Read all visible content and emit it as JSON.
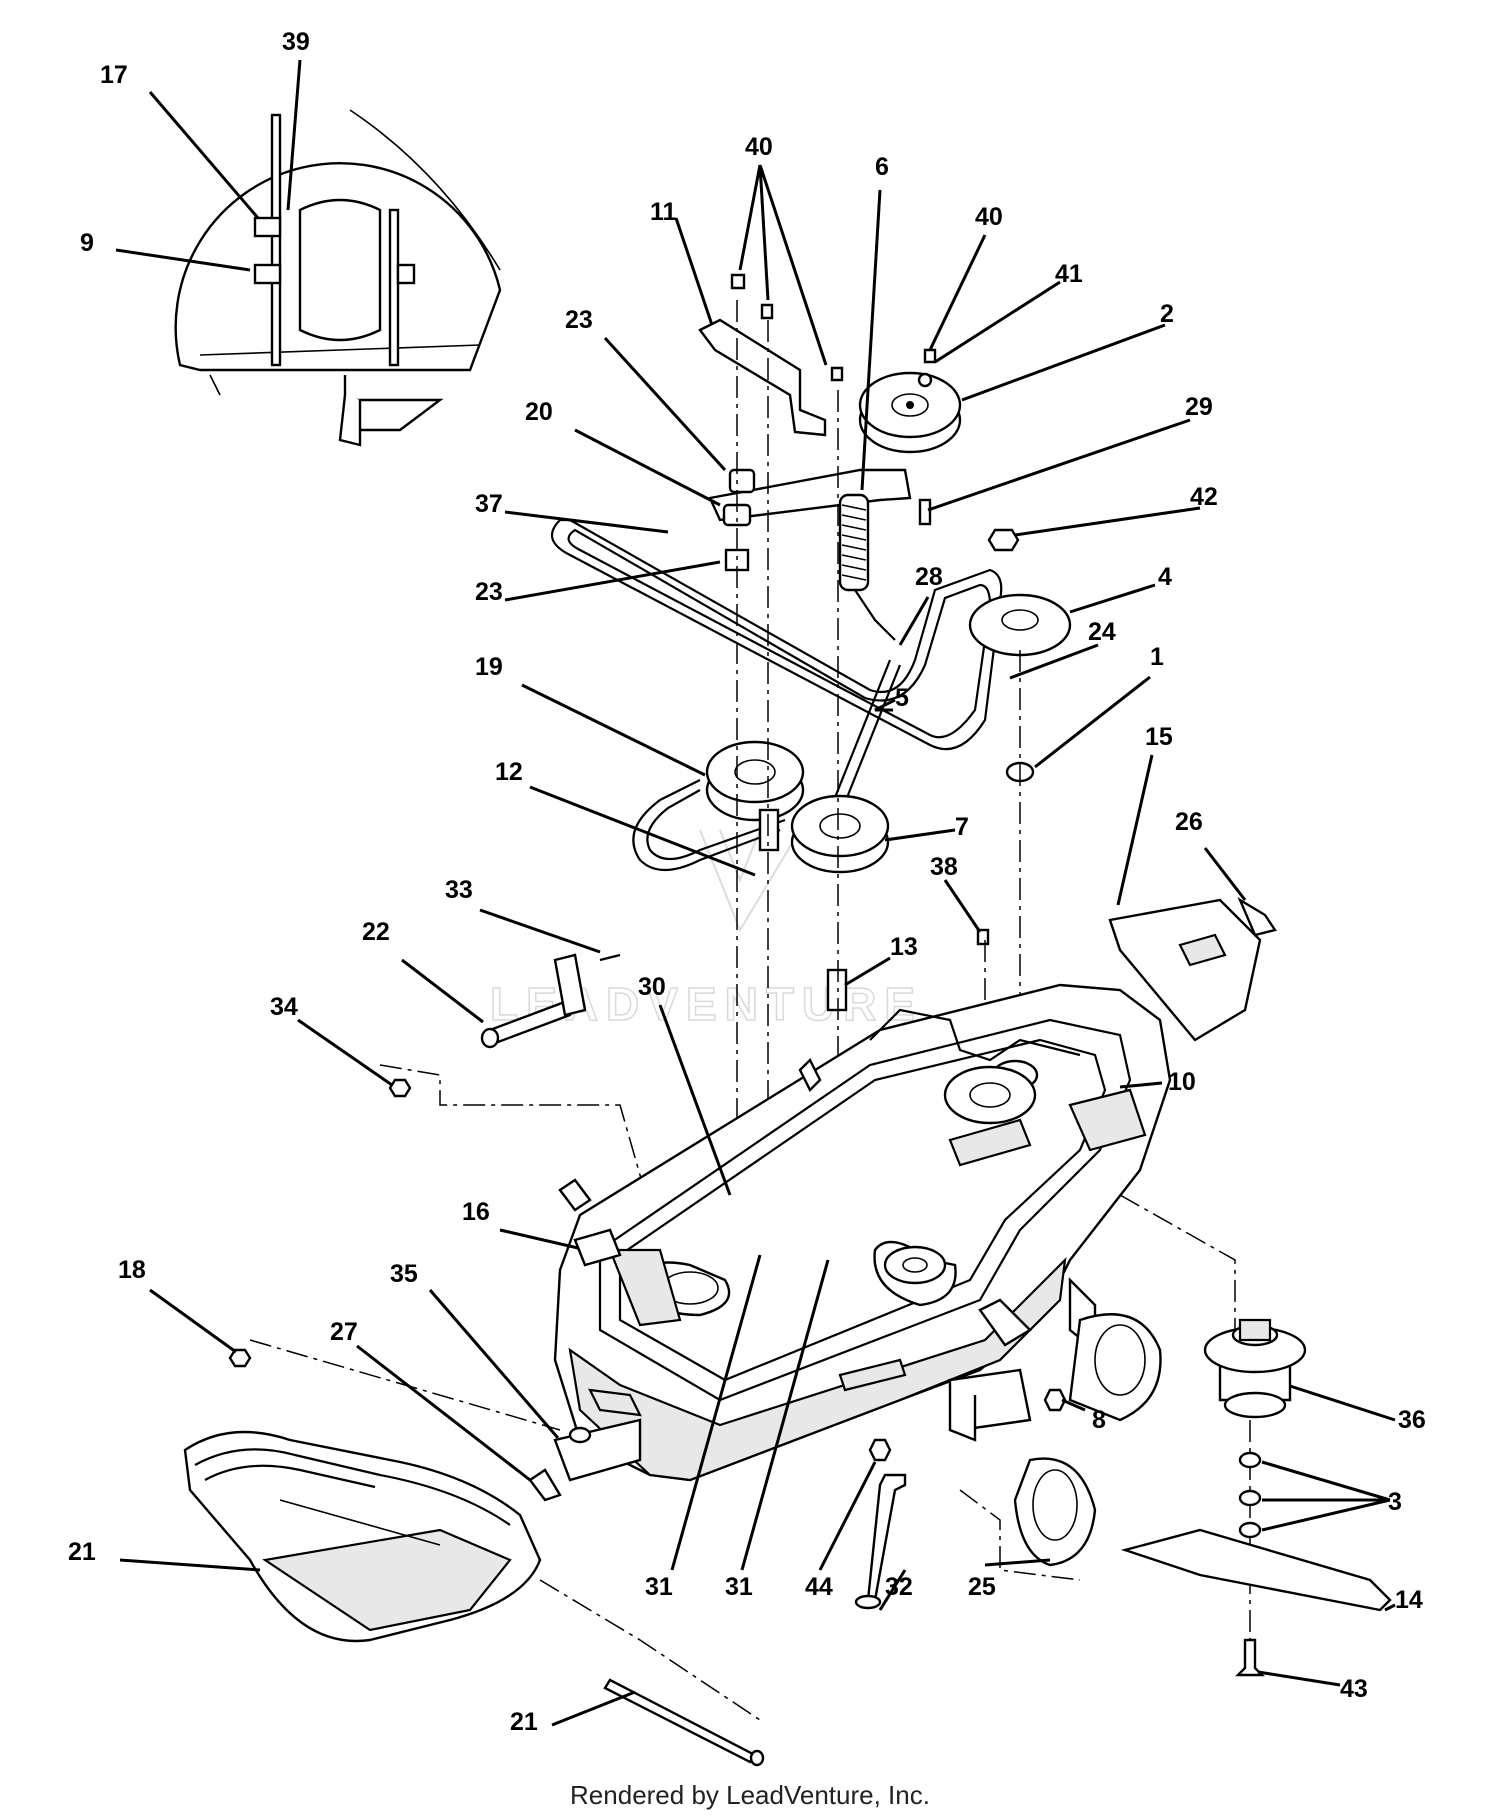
{
  "callouts": [
    {
      "id": "c17",
      "text": "17"
    },
    {
      "id": "c39",
      "text": "39"
    },
    {
      "id": "c9",
      "text": "9"
    },
    {
      "id": "c40a",
      "text": "40"
    },
    {
      "id": "c6",
      "text": "6"
    },
    {
      "id": "c11",
      "text": "11"
    },
    {
      "id": "c40b",
      "text": "40"
    },
    {
      "id": "c41",
      "text": "41"
    },
    {
      "id": "c2",
      "text": "2"
    },
    {
      "id": "c23a",
      "text": "23"
    },
    {
      "id": "c20",
      "text": "20"
    },
    {
      "id": "c29",
      "text": "29"
    },
    {
      "id": "c37",
      "text": "37"
    },
    {
      "id": "c42",
      "text": "42"
    },
    {
      "id": "c23b",
      "text": "23"
    },
    {
      "id": "c28",
      "text": "28"
    },
    {
      "id": "c4",
      "text": "4"
    },
    {
      "id": "c24",
      "text": "24"
    },
    {
      "id": "c5",
      "text": "5"
    },
    {
      "id": "c1",
      "text": "1"
    },
    {
      "id": "c19",
      "text": "19"
    },
    {
      "id": "c12",
      "text": "12"
    },
    {
      "id": "c15",
      "text": "15"
    },
    {
      "id": "c7",
      "text": "7"
    },
    {
      "id": "c26",
      "text": "26"
    },
    {
      "id": "c33",
      "text": "33"
    },
    {
      "id": "c38",
      "text": "38"
    },
    {
      "id": "c13",
      "text": "13"
    },
    {
      "id": "c22",
      "text": "22"
    },
    {
      "id": "c30",
      "text": "30"
    },
    {
      "id": "c34",
      "text": "34"
    },
    {
      "id": "c10",
      "text": "10"
    },
    {
      "id": "c16",
      "text": "16"
    },
    {
      "id": "c18",
      "text": "18"
    },
    {
      "id": "c35",
      "text": "35"
    },
    {
      "id": "c27",
      "text": "27"
    },
    {
      "id": "c8",
      "text": "8"
    },
    {
      "id": "c36",
      "text": "36"
    },
    {
      "id": "c3",
      "text": "3"
    },
    {
      "id": "c21a",
      "text": "21"
    },
    {
      "id": "c31a",
      "text": "31"
    },
    {
      "id": "c31b",
      "text": "31"
    },
    {
      "id": "c44",
      "text": "44"
    },
    {
      "id": "c32",
      "text": "32"
    },
    {
      "id": "c25",
      "text": "25"
    },
    {
      "id": "c14",
      "text": "14"
    },
    {
      "id": "c43",
      "text": "43"
    },
    {
      "id": "c21b",
      "text": "21"
    }
  ],
  "watermark": "LEADVENTURE",
  "footer": "Rendered by LeadVenture, Inc."
}
